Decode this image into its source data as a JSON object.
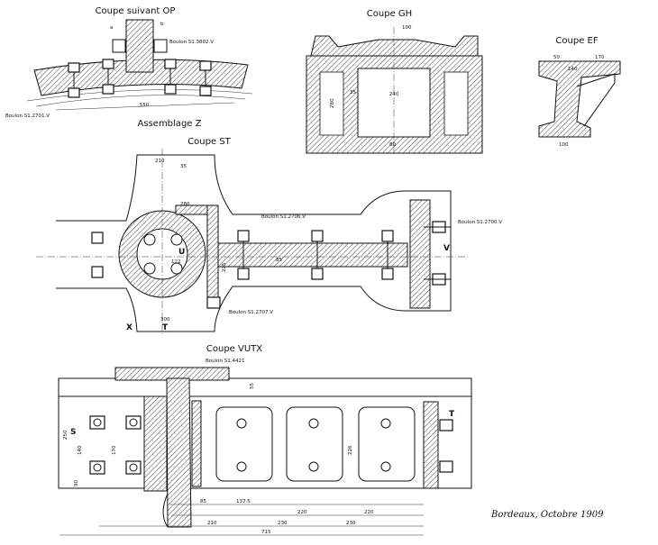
{
  "titles": {
    "coupe_op": "Coupe suivant OP",
    "coupe_gh": "Coupe GH",
    "coupe_ef": "Coupe EF",
    "assemblage": "Assemblage Z",
    "coupe_st": "Coupe ST",
    "coupe_vutx": "Coupe VUTX"
  },
  "signature": "Bordeaux, Octobre 1909",
  "labels": {
    "a": "a",
    "b": "b",
    "S": "S",
    "T": "T",
    "U": "U",
    "V": "V",
    "X": "X",
    "T2": "T"
  },
  "bolts": {
    "op_upper": "Boulon S1.3802.V",
    "op_lower": "Boulon S1.2701.V",
    "st_2706": "Boulon S1.2706.V",
    "st_2700": "Boulon S1.2700.V",
    "st_2707": "Boulon S1.2707.V",
    "vutx_4421": "Boulon S1.4421"
  },
  "dims": {
    "op_550": "550",
    "gh_100": "100",
    "gh_240": "240",
    "gh_280": "280",
    "gh_80": "80",
    "gh_35": "35",
    "ef_170": "170",
    "ef_50": "50",
    "ef_140": "140",
    "ef_100": "100",
    "st_210": "210",
    "st_35": "35",
    "st_280": "280",
    "st_300": "300",
    "st_85": "85",
    "st_122": "122",
    "st_225": "225",
    "v_55": "55",
    "v_250": "250",
    "v_220": "220",
    "v_170": "170",
    "v_140": "140",
    "v_226": "226",
    "v_90": "90",
    "v_85": "85",
    "v_1375": "137.5",
    "v_230": "230",
    "v_210": "210",
    "v_715": "715"
  }
}
